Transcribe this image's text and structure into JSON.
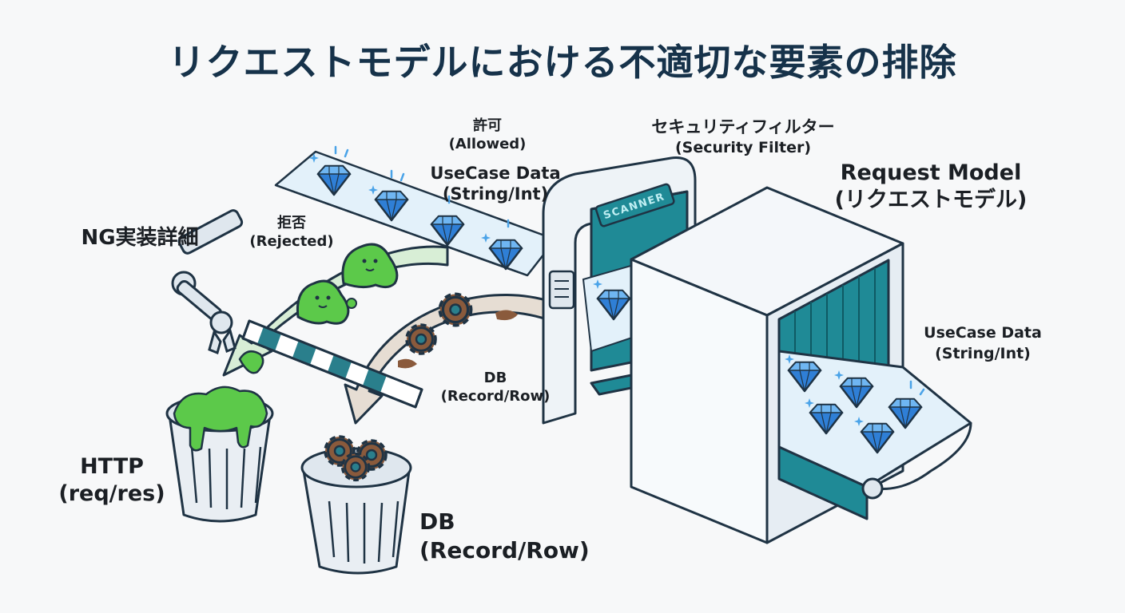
{
  "title": "リクエストモデルにおける不適切な要素の排除",
  "labels": {
    "allowed_ja": "許可",
    "allowed_en": "(Allowed)",
    "usecase_in_1": "UseCase Data",
    "usecase_in_2": "(String/Int)",
    "filter_ja": "セキュリティフィルター",
    "filter_en": "(Security Filter)",
    "request_model_1": "Request Model",
    "request_model_2": "(リクエストモデル)",
    "rejected_ja": "拒否",
    "rejected_en": "(Rejected)",
    "ng": "NG実装詳細",
    "db_small_1": "DB",
    "db_small_2": "(Record/Row)",
    "usecase_out_1": "UseCase Data",
    "usecase_out_2": "(String/Int)",
    "http_1": "HTTP",
    "http_2": "(req/res)",
    "db_large_1": "DB",
    "db_large_2": "(Record/Row)",
    "scanner": "SCANNER"
  },
  "colors": {
    "gem": "#2f7fd6",
    "slime": "#5cc94a",
    "gear": "#8a5a3c",
    "teal": "#1f8a96",
    "outline": "#1f3344",
    "title": "#16324a"
  }
}
